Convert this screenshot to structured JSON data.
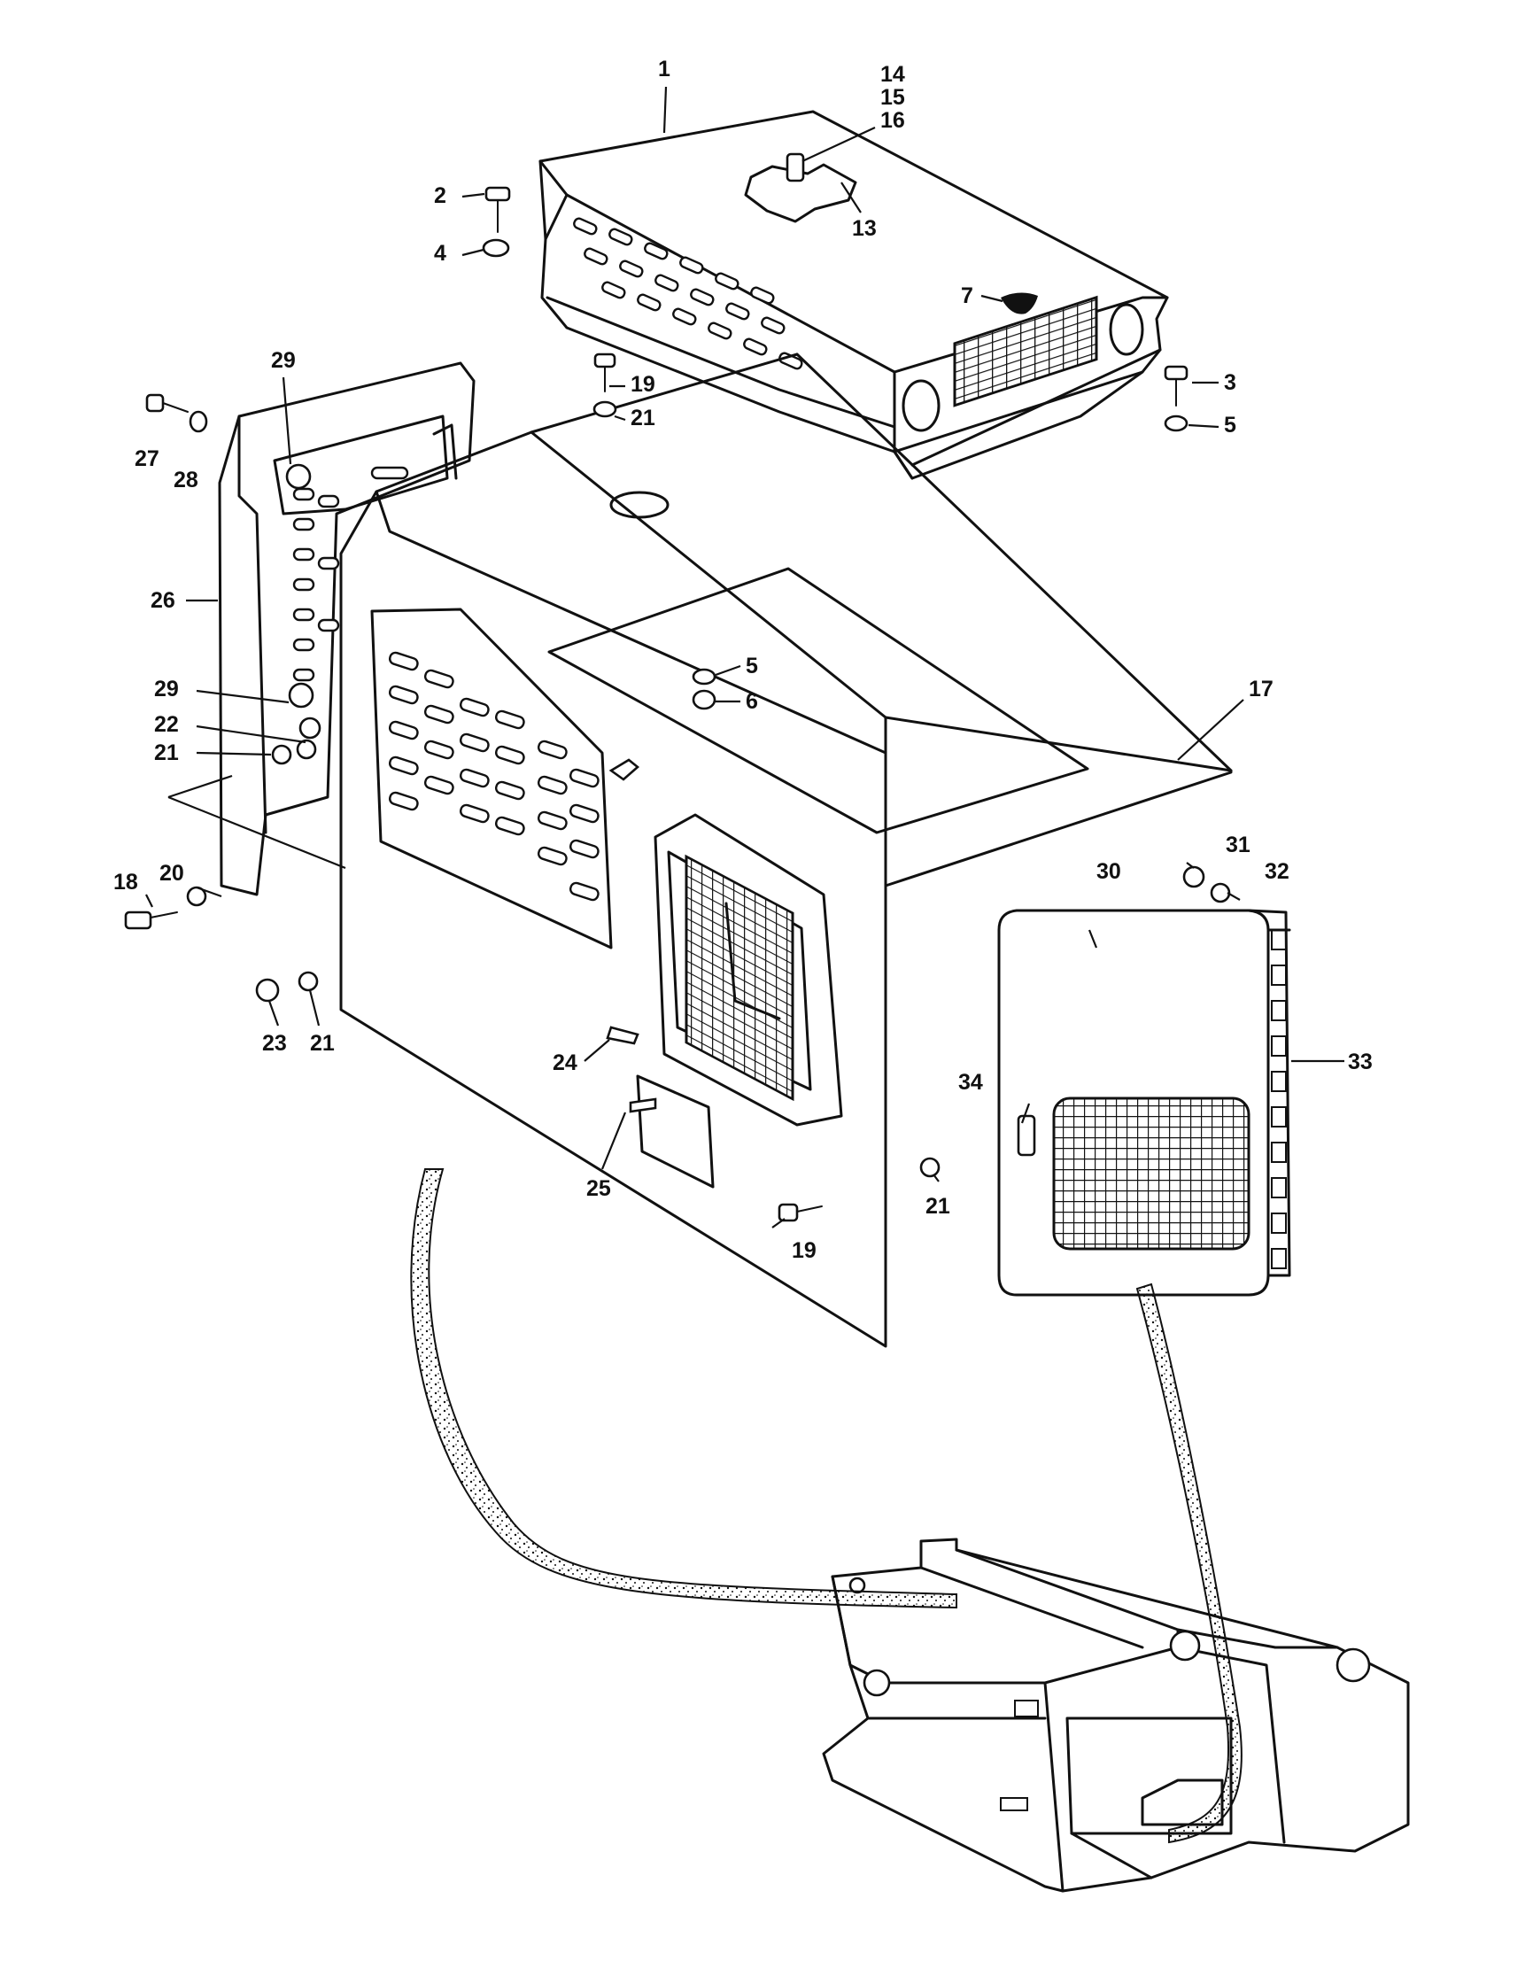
{
  "diagram": {
    "callouts": [
      {
        "id": "c1",
        "text": "1"
      },
      {
        "id": "c14",
        "text": "14"
      },
      {
        "id": "c15",
        "text": "15"
      },
      {
        "id": "c16",
        "text": "16"
      },
      {
        "id": "c2",
        "text": "2"
      },
      {
        "id": "c13",
        "text": "13"
      },
      {
        "id": "c4",
        "text": "4"
      },
      {
        "id": "c7",
        "text": "7"
      },
      {
        "id": "c29a",
        "text": "29"
      },
      {
        "id": "c19a",
        "text": "19"
      },
      {
        "id": "c3",
        "text": "3"
      },
      {
        "id": "c27",
        "text": "27"
      },
      {
        "id": "c21a",
        "text": "21"
      },
      {
        "id": "c5a",
        "text": "5"
      },
      {
        "id": "c28",
        "text": "28"
      },
      {
        "id": "c26",
        "text": "26"
      },
      {
        "id": "c5b",
        "text": "5"
      },
      {
        "id": "c6",
        "text": "6"
      },
      {
        "id": "c29b",
        "text": "29"
      },
      {
        "id": "c17",
        "text": "17"
      },
      {
        "id": "c22",
        "text": "22"
      },
      {
        "id": "c21b",
        "text": "21"
      },
      {
        "id": "c31",
        "text": "31"
      },
      {
        "id": "c30",
        "text": "30"
      },
      {
        "id": "c32",
        "text": "32"
      },
      {
        "id": "c20",
        "text": "20"
      },
      {
        "id": "c18",
        "text": "18"
      },
      {
        "id": "c33",
        "text": "33"
      },
      {
        "id": "c23",
        "text": "23"
      },
      {
        "id": "c21c",
        "text": "21"
      },
      {
        "id": "c24",
        "text": "24"
      },
      {
        "id": "c34",
        "text": "34"
      },
      {
        "id": "c25",
        "text": "25"
      },
      {
        "id": "c21d",
        "text": "21"
      },
      {
        "id": "c19b",
        "text": "19"
      }
    ]
  }
}
